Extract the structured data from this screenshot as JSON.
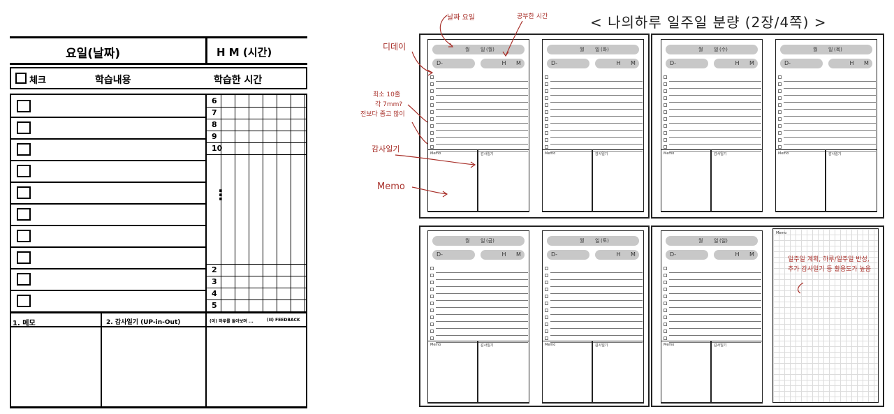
{
  "planner": {
    "header_day": "요일(날짜)",
    "header_time": "H   M  (시간)",
    "check_label": "체크",
    "content_label": "학습내용",
    "study_time_label": "학습한 시간",
    "hours_top": [
      "6",
      "7",
      "8",
      "9",
      "10"
    ],
    "dots": "⋮",
    "hours_bottom": [
      "2",
      "3",
      "4",
      "5"
    ],
    "memo_label": "1. 메모",
    "gratitude_label": "2. 감사일기 (UP-in-Out)",
    "reflection_label": "(이) 하루를 돌아보며 ...",
    "feedback_label": "(II) FEEDBACK"
  },
  "spread": {
    "title": "< 나의하루 일주일 분량 (2장/4쪽) >",
    "day_pages": [
      {
        "weekday": "(월)",
        "month_label": "월",
        "day_label": "일"
      },
      {
        "weekday": "(화)",
        "month_label": "월",
        "day_label": "일"
      },
      {
        "weekday": "(수)",
        "month_label": "월",
        "day_label": "일"
      },
      {
        "weekday": "(목)",
        "month_label": "월",
        "day_label": "일"
      },
      {
        "weekday": "(금)",
        "month_label": "월",
        "day_label": "일"
      },
      {
        "weekday": "(토)",
        "month_label": "월",
        "day_label": "일"
      },
      {
        "weekday": "(일)",
        "month_label": "월",
        "day_label": "일"
      }
    ],
    "dday_label": "D-",
    "h_label": "H",
    "m_label": "M",
    "memo_label": "Memo",
    "gratitude_label": "감사일기",
    "grid_memo_label": "Memo"
  },
  "annotations": {
    "date_weekday": "날짜 요일",
    "study_time": "공부한 시간",
    "dday": "디데이",
    "min_rows": "최소 10줄",
    "row_size": "각 7mm?",
    "wider": "전보다 좁고 많이",
    "gratitude": "감사일기",
    "memo": "Memo",
    "note_page": "일주일 계획, 하루/일주일 반성, 추가 감사일기 등 활용도가 높음",
    "accent_color": "#a8302a"
  }
}
